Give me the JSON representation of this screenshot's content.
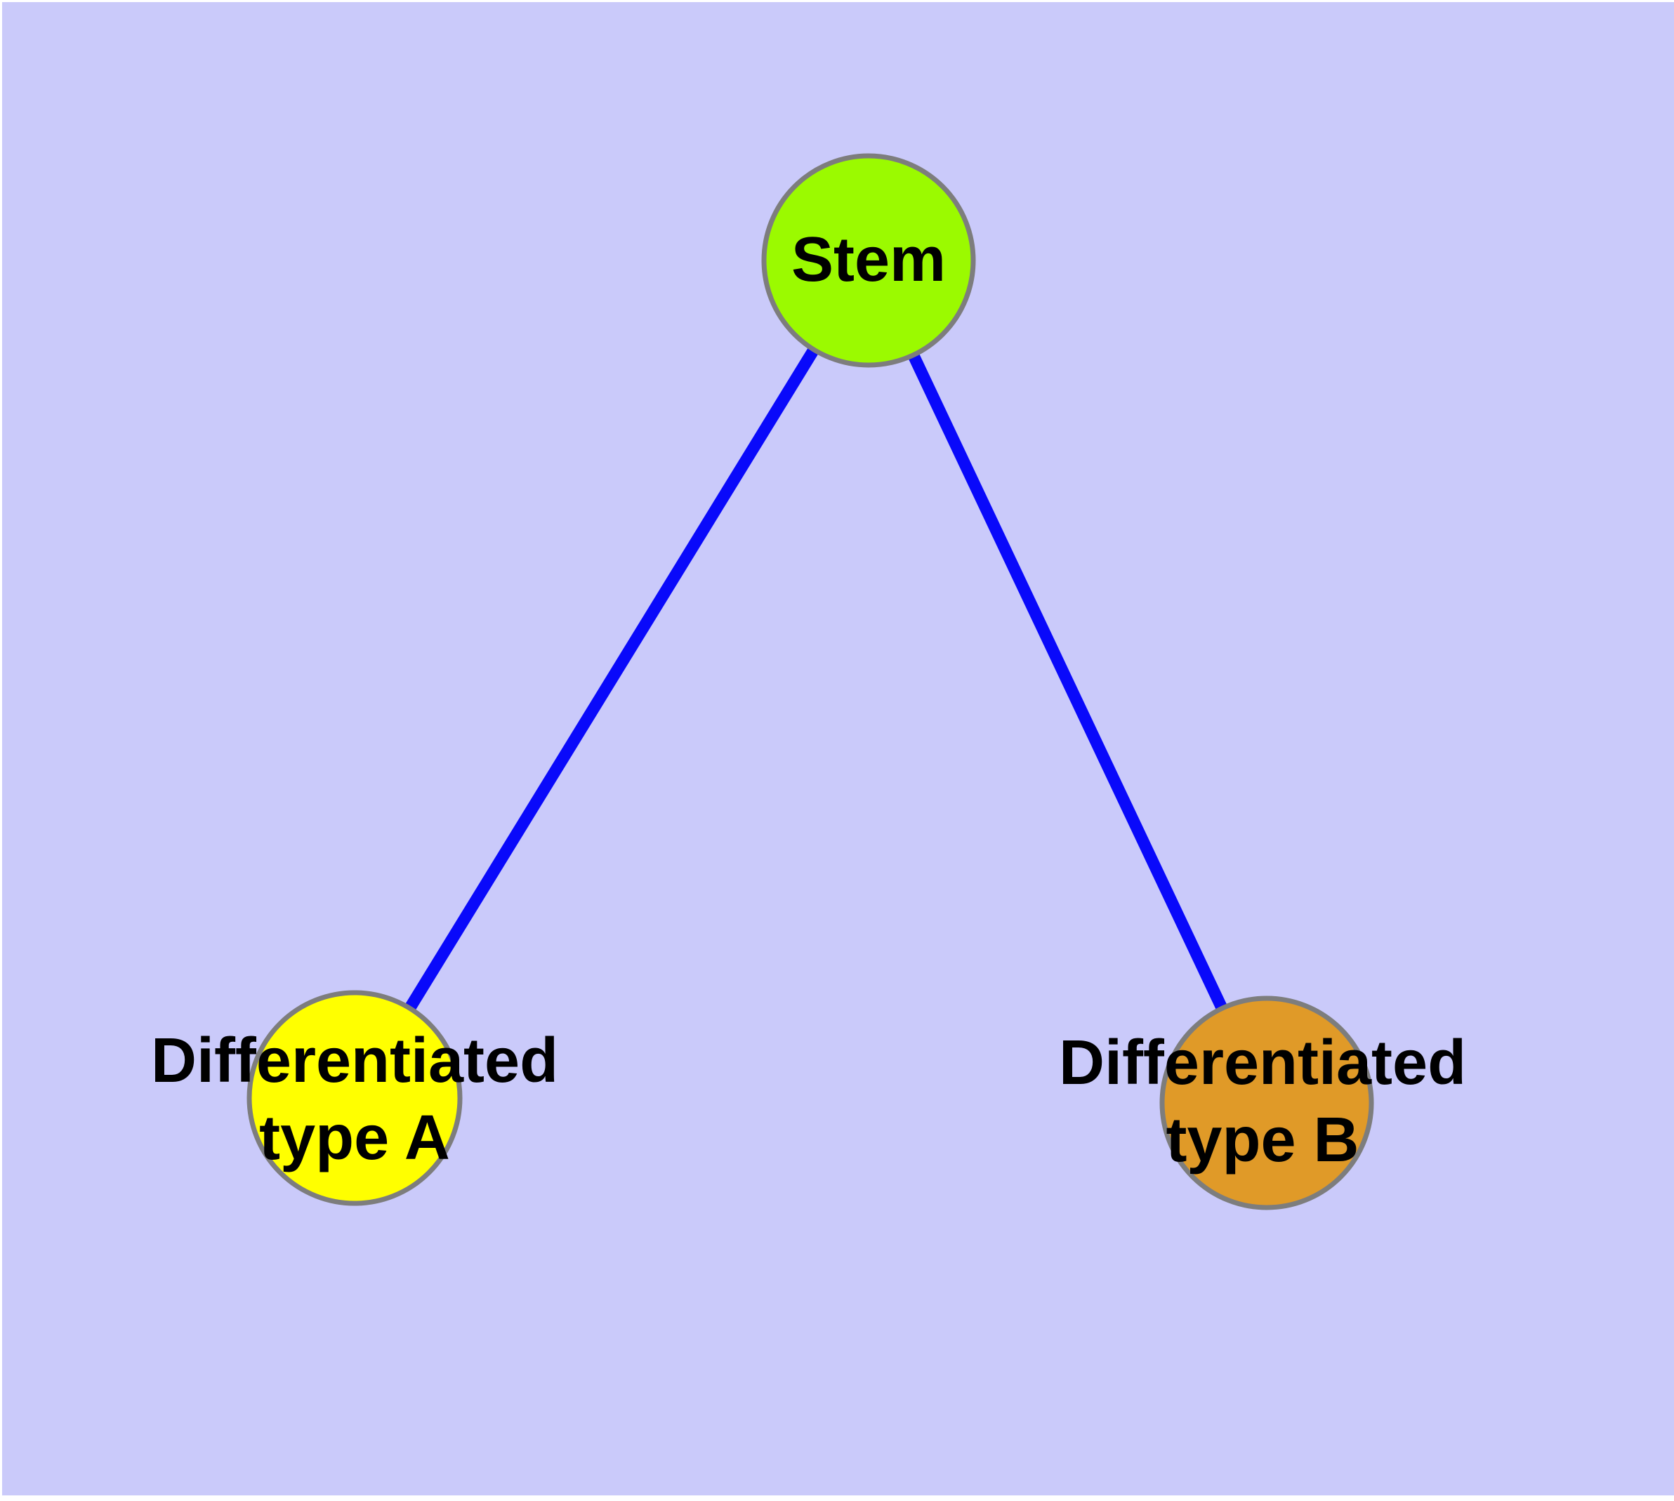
{
  "diagram": {
    "type": "node-link-graph",
    "background_color": "#CACAFA",
    "page_margin_color": "#FFFFFF",
    "edge_color": "#0909FA",
    "node_border_color": "#7D7D7D",
    "text_color": "#000000",
    "nodes": [
      {
        "id": "stem",
        "label": "Stem",
        "fill": "#9BFA00"
      },
      {
        "id": "differentiated-type-a",
        "label": "Differentiated\ntype A",
        "fill": "#FFFF00"
      },
      {
        "id": "differentiated-type-b",
        "label": "Differentiated\ntype B",
        "fill": "#E09A28"
      }
    ],
    "edges": [
      {
        "from": "Stem",
        "to": "Differentiated type A"
      },
      {
        "from": "Stem",
        "to": "Differentiated type B"
      }
    ]
  }
}
